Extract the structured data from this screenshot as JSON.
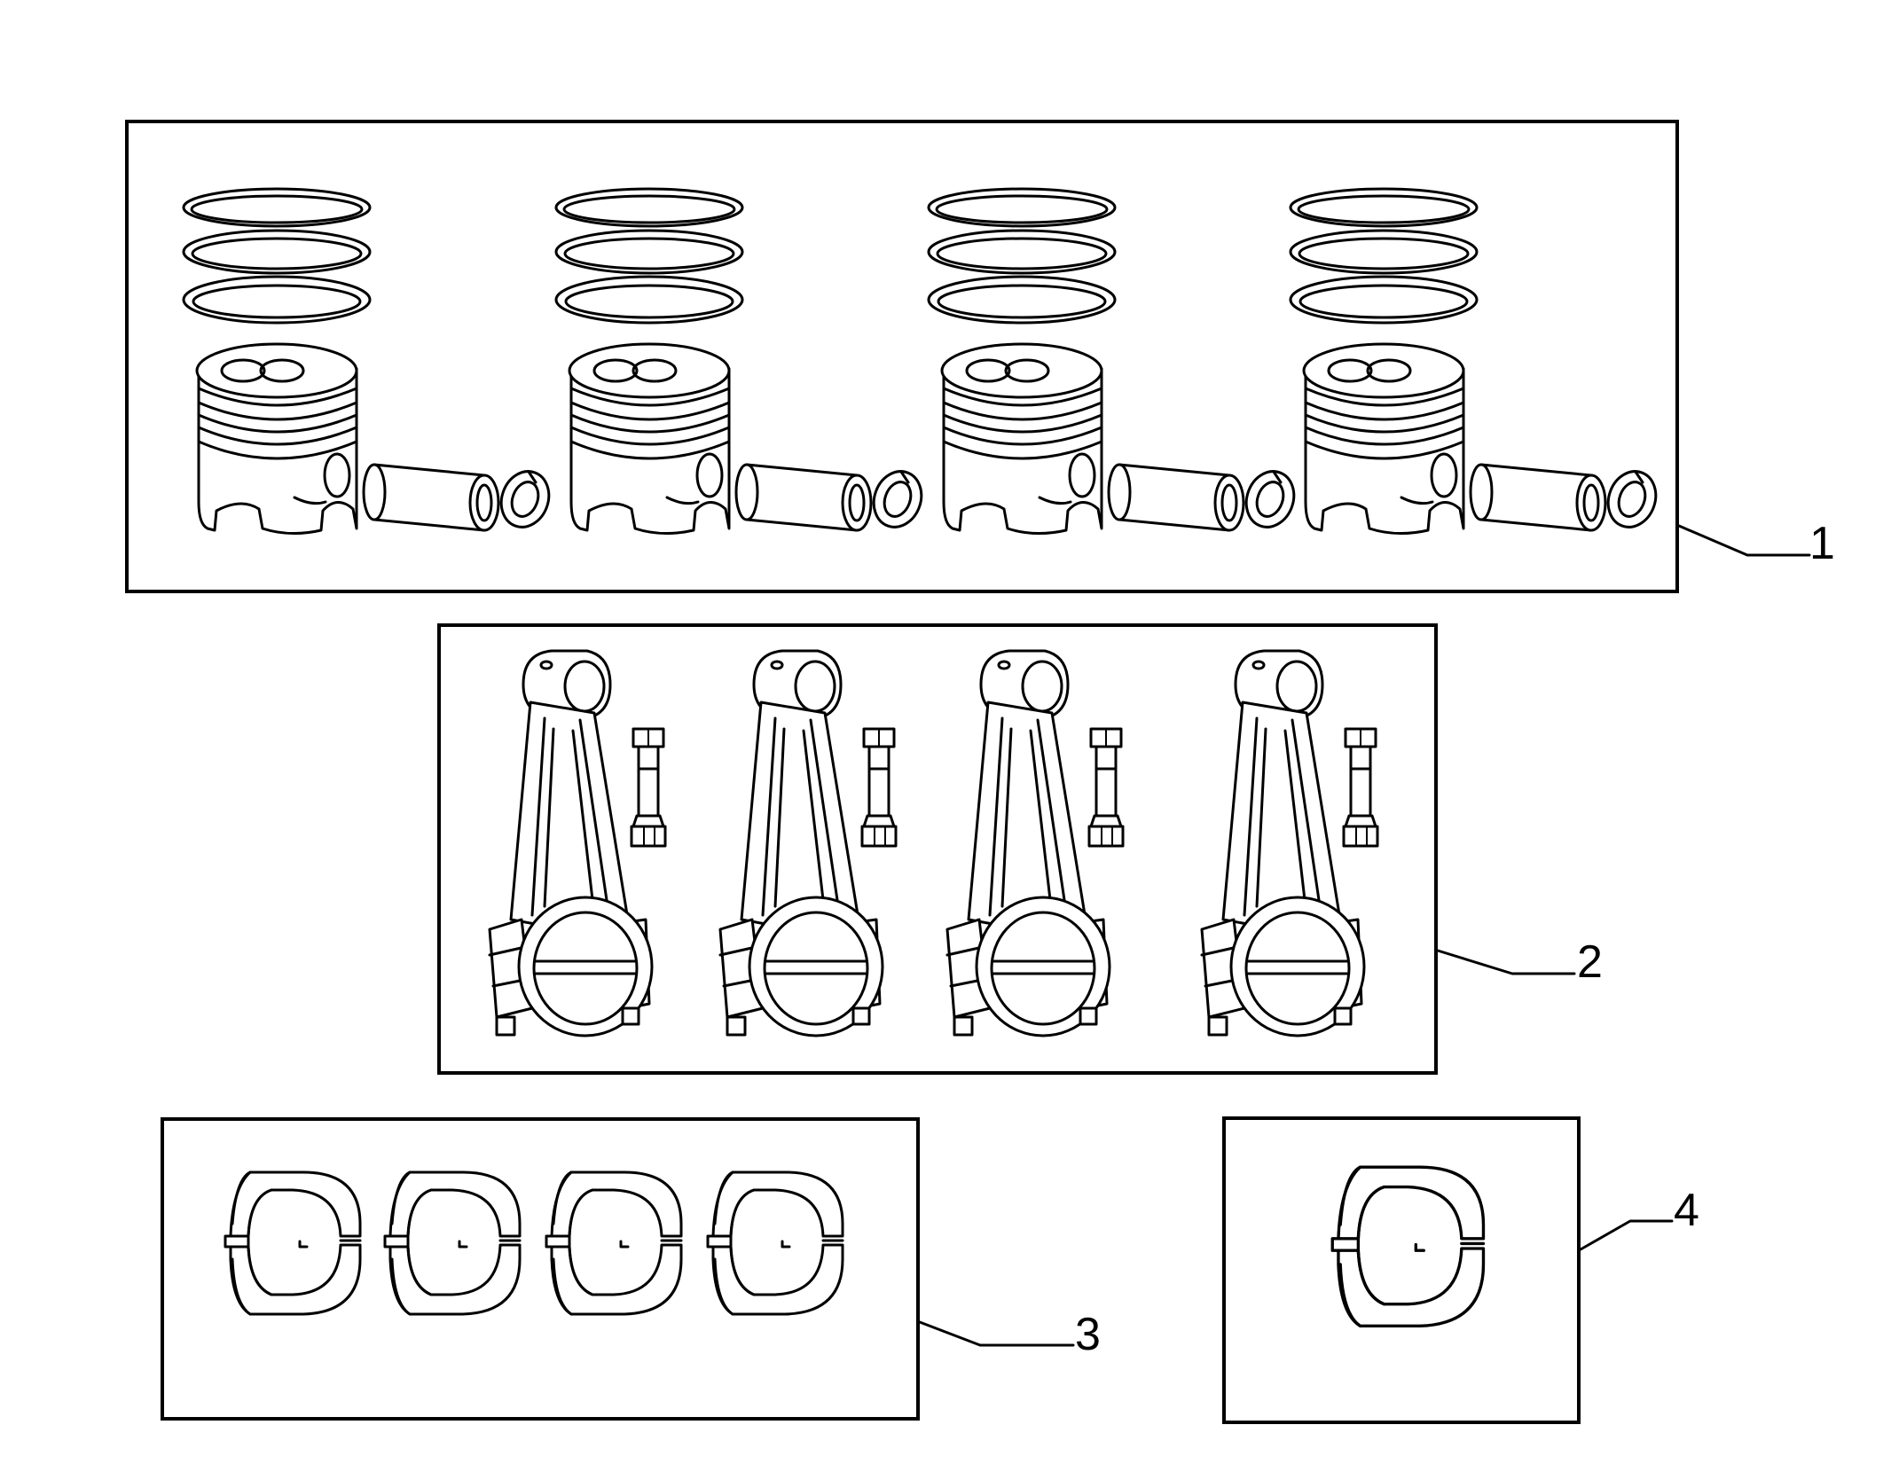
{
  "callouts": [
    {
      "id": "1",
      "label": "1"
    },
    {
      "id": "2",
      "label": "2"
    },
    {
      "id": "3",
      "label": "3"
    },
    {
      "id": "4",
      "label": "4"
    }
  ],
  "groups": [
    {
      "callout": "1",
      "part": "piston-kit",
      "count": 4
    },
    {
      "callout": "2",
      "part": "connecting-rod",
      "count": 4
    },
    {
      "callout": "3",
      "part": "bearing-shell-pair",
      "count": 4
    },
    {
      "callout": "4",
      "part": "bearing-shell-pair",
      "count": 1
    }
  ]
}
